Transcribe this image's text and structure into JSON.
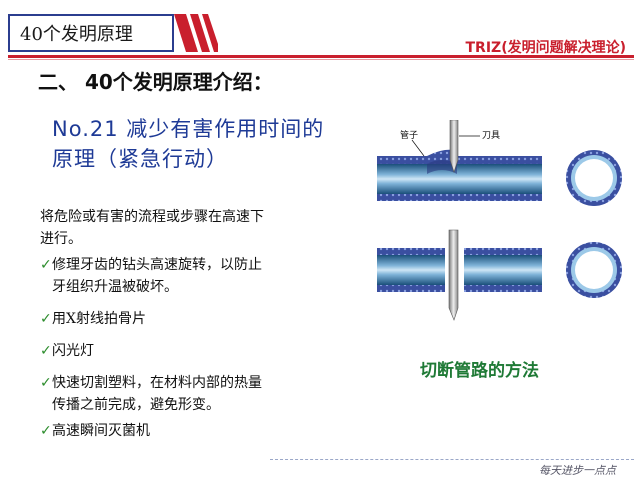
{
  "header": {
    "tag_title": "40个发明原理",
    "course_title": "TRIZ(发明问题解决理论)"
  },
  "section_title": "二、 40个发明原理介绍：",
  "principle": {
    "line1": "No.21 减少有害作用时间的",
    "line2": "原理（紧急行动）"
  },
  "body": {
    "intro_line1": "将危险或有害的流程或步骤在高速下",
    "intro_line2": "进行。",
    "bullets": [
      {
        "line1": "修理牙齿的钻头高速旋转，以防止",
        "line2": "牙组织升温被破坏。"
      },
      {
        "line1": "用X射线拍骨片",
        "line2": ""
      },
      {
        "line1": "闪光灯",
        "line2": ""
      },
      {
        "line1": "快速切割塑料，在材料内部的热量",
        "line2": "传播之前完成，避免形变。"
      },
      {
        "line1": "高速瞬间灭菌机",
        "line2": ""
      }
    ],
    "check_glyph": "✓"
  },
  "figure": {
    "label_tube": "管子",
    "label_tool": "刀具",
    "caption": "切断管路的方法"
  },
  "footer": {
    "text": "每天进步一点点"
  },
  "colors": {
    "accent_red": "#c91f2d",
    "title_blue": "#1e3a96",
    "caption_green": "#1f7a36",
    "check_green": "#2b8c2b"
  }
}
